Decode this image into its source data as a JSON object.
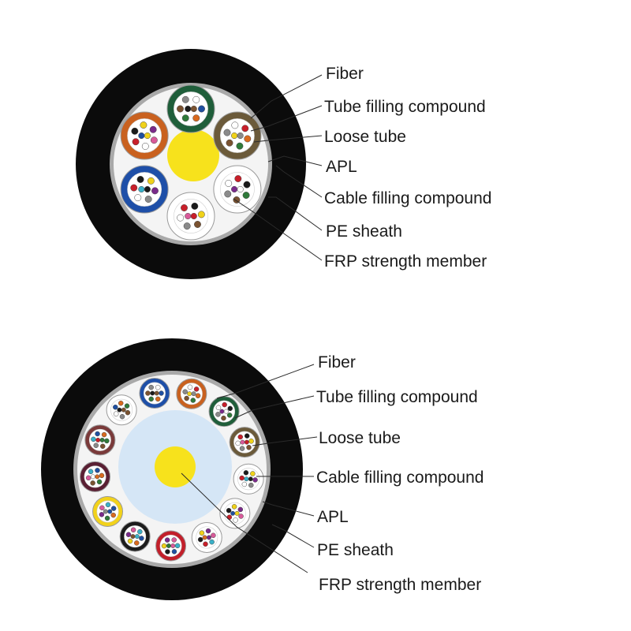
{
  "diagrams": [
    {
      "labels": [
        "Fiber",
        "Tube filling compound",
        "Loose tube",
        "APL",
        "Cable filling compound",
        "PE sheath",
        "FRP strength member"
      ],
      "tube_colors": [
        "#1f5e3a",
        "#6b5a3a",
        "#ffffff",
        "#ffffff",
        "#1e4fa8",
        "#c9611f"
      ]
    },
    {
      "labels": [
        "Fiber",
        "Tube filling compound",
        "Loose tube",
        "Cable filling compound",
        "APL",
        "PE sheath",
        "FRP strength member"
      ],
      "tube_colors": [
        "#1e4fa8",
        "#c9611f",
        "#1f5e3a",
        "#6b5a3a",
        "#ffffff",
        "#ffffff",
        "#ffffff",
        "#c21f2a",
        "#1c1c1c",
        "#f2d21a",
        "#5a1f33",
        "#7a3a3a",
        "#ffffff"
      ]
    }
  ],
  "colors": {
    "sheath": "#0b0b0b",
    "apl": "#a9a9a9",
    "filling": "#f4f4f4",
    "frp_core": "#f7e21c",
    "frp_halo": "#d5e6f6",
    "fiber_colors": [
      "#1f4fa0",
      "#d96a1f",
      "#2f7a3a",
      "#7a5230",
      "#8a8a8a",
      "#ffffff",
      "#c81f2a",
      "#1a1a1a",
      "#f0d21a",
      "#7a2a8a",
      "#d85a9a",
      "#3ab0c8"
    ]
  }
}
